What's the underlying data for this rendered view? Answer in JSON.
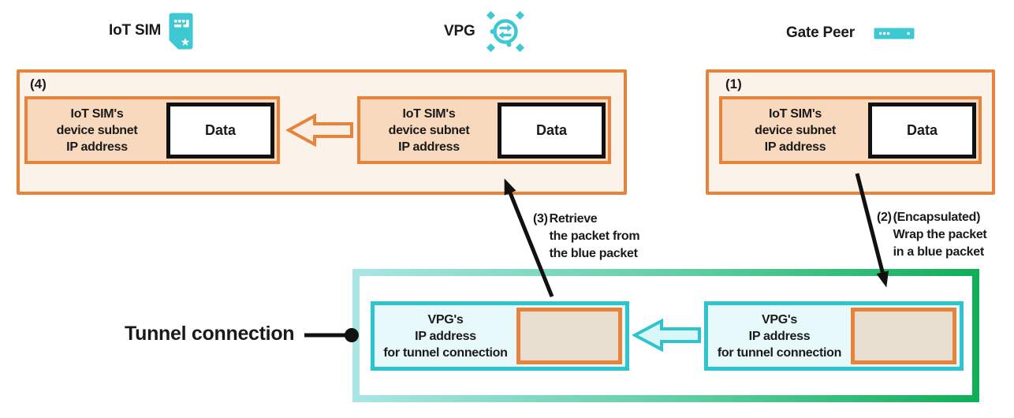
{
  "header": {
    "iot_sim_label": "IoT SIM",
    "vpg_label": "VPG",
    "gate_peer_label": "Gate Peer"
  },
  "icons": {
    "iot_sim": "sim-card-icon",
    "vpg": "vpg-gateway-icon",
    "gate_peer": "router-appliance-icon"
  },
  "boxes": {
    "box4_label": "(4)",
    "box1_label": "(1)"
  },
  "packet": {
    "orange_label_lines": [
      "IoT SIM's",
      "device subnet",
      "IP address"
    ],
    "data_label": "Data",
    "blue_label_lines": [
      "VPG's",
      "IP address",
      "for tunnel connection"
    ]
  },
  "annotations": {
    "step3": {
      "prefix": "(3)",
      "lines": [
        "Retrieve",
        "the packet from",
        "the blue packet"
      ]
    },
    "step2": {
      "prefix": "(2)",
      "lines": [
        "(Encapsulated)",
        "Wrap the packet",
        "in a blue packet"
      ]
    },
    "tunnel_label": "Tunnel connection"
  },
  "colors": {
    "orange": "#E8833C",
    "orange_box_bg": "#FBF2EA",
    "orange_packet_bg": "#F9D9BE",
    "orange_arrow_fill": "#FBEFE3",
    "cyan_icon": "#3EC8D2",
    "blue_packet_border": "#2EC4CF",
    "blue_packet_bg": "#E8F9FB",
    "cyan_arrow_fill": "#D9F6F8",
    "tan_box_bg": "#E8DFD0",
    "tunnel_gradient_start": "#A9E6E6",
    "tunnel_gradient_end": "#0EAF56",
    "text": "#1A1A1A"
  }
}
